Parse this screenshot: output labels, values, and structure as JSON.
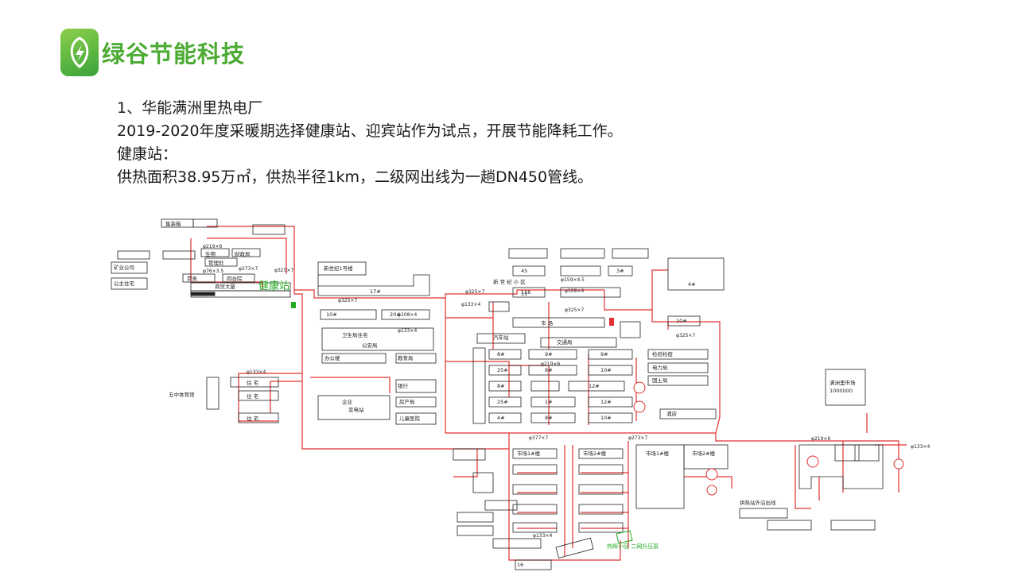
{
  "brand": {
    "logo_text": "绿谷节能科技",
    "accent": "#4cab33"
  },
  "content": {
    "line1": "1、华能满洲里热电厂",
    "line2": "2019-2020年度采暖期选择健康站、迎宾站作为试点，开展节能降耗工作。",
    "line3": "健康站：",
    "line4": "供热面积38.95万㎡，供热半径1km，二级网出线为一趟DN450管线。"
  },
  "diagram": {
    "pipe_color": "#e03030",
    "highlight_color": "#22aa22",
    "labels": {
      "station": "健康站",
      "xinshiji_zone": "新 世 纪 小 区",
      "market": "市 场",
      "power_station": "变电站",
      "wuzhong": "五中体育馆",
      "fish_lake": "满洲里市场",
      "fish_lake_sub": "1000000",
      "pump": "热辉小区\n二网升压泵",
      "chuangfu": "供热站外沿出线",
      "d325a": "φ325×7",
      "d325b": "φ325×7",
      "d325c": "φ325×7",
      "d219a": "φ219×6",
      "d219b": "φ219×6",
      "d219c": "φ219×6",
      "d133a": "φ133×4",
      "d133b": "φ133×4",
      "d133c": "φ133×4",
      "d108a": "φ108×4",
      "d108b": "φ108×4",
      "d76": "φ76×3.5",
      "d273": "φ273×7",
      "d377": "φ377×7",
      "d159": "φ159×4.5",
      "b17": "17#",
      "b20": "20#",
      "b16": "16",
      "b10": "10#",
      "b12": "12#",
      "b1": "1#",
      "b4": "4#",
      "b8": "8#",
      "b9": "9#",
      "b15": "15",
      "b25": "25#",
      "b45": "45",
      "b116": "116",
      "b30": "3#",
      "b40": "4#",
      "xinshiji": "新世纪1号楼",
      "weisheng": "卫生局住宅",
      "gongan": "公安局",
      "shangmao": "商贸大厦",
      "zhuzhai": "住 宅",
      "bangong": "办公楼",
      "jiaoyu": "教育局",
      "yinhang": "银行",
      "fangchan": "房产局",
      "shichang1": "市场1#楼",
      "shichang2": "市场2#楼",
      "qichezhan": "汽车站",
      "jianyan": "检验检疫",
      "jiaotong": "交通局",
      "dianli": "电力局",
      "guotu": "国土局",
      "qiye": "企业",
      "ertong": "儿童医院",
      "jiudian": "酒店",
      "gongzhu": "公主住宅",
      "kuangye": "矿业公司",
      "sihe": "四合院",
      "shengye": "生物",
      "caizheng": "财政局",
      "guanli": "管理处",
      "jizhuang": "集装箱",
      "laowu": "劳务"
    }
  }
}
